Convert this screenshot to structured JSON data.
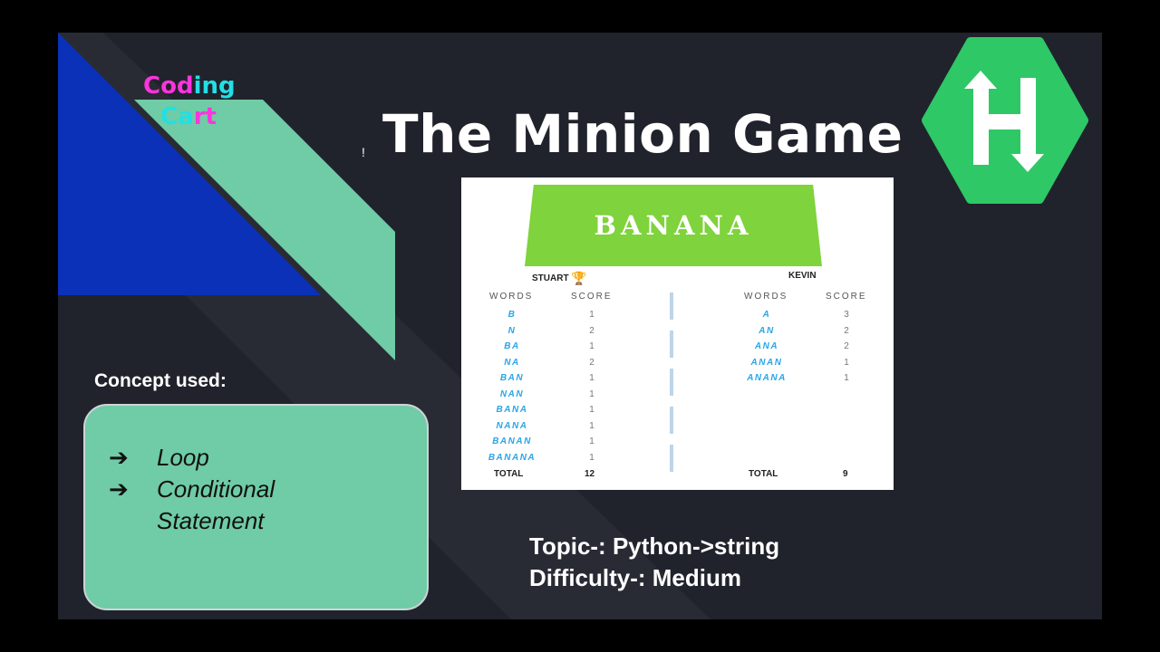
{
  "brand": {
    "word1": [
      "Cod",
      "ing"
    ],
    "word2": [
      "Ca",
      "rt"
    ],
    "colors": {
      "magenta": "#ff33dd",
      "cyan": "#22dfe5"
    }
  },
  "title": "The Minion Game",
  "title_mark": "!",
  "logo": {
    "icon": "hackerrank-h-icon",
    "color": "#2ec866"
  },
  "concept": {
    "heading": "Concept used:",
    "items": [
      "Loop",
      "Conditional Statement"
    ],
    "bullet": "➔"
  },
  "card": {
    "word": "BANANA",
    "stuart": {
      "name": "STUART",
      "trophy": "🏆",
      "words_header": "WORDS",
      "score_header": "SCORE",
      "rows": [
        [
          "B",
          "1"
        ],
        [
          "N",
          "2"
        ],
        [
          "BA",
          "1"
        ],
        [
          "NA",
          "2"
        ],
        [
          "BAN",
          "1"
        ],
        [
          "NAN",
          "1"
        ],
        [
          "BANA",
          "1"
        ],
        [
          "NANA",
          "1"
        ],
        [
          "BANAN",
          "1"
        ],
        [
          "BANANA",
          "1"
        ]
      ],
      "total_label": "TOTAL",
      "total": "12"
    },
    "kevin": {
      "name": "KEVIN",
      "words_header": "WORDS",
      "score_header": "SCORE",
      "rows": [
        [
          "A",
          "3"
        ],
        [
          "AN",
          "2"
        ],
        [
          "ANA",
          "2"
        ],
        [
          "ANAN",
          "1"
        ],
        [
          "ANANA",
          "1"
        ]
      ],
      "total_label": "TOTAL",
      "total": "9"
    }
  },
  "topic": "Topic-: Python->string",
  "difficulty": "Difficulty-: Medium"
}
